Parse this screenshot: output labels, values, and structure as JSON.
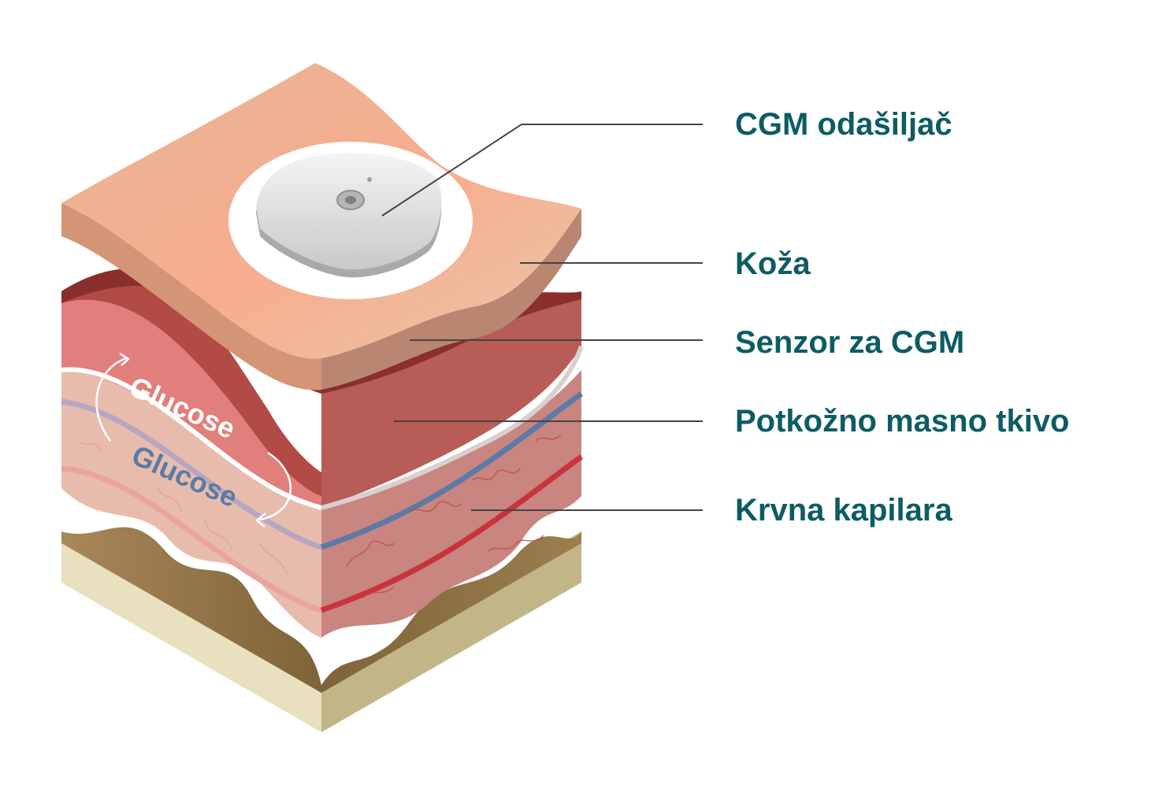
{
  "labels": {
    "transmitter": "CGM odašiljač",
    "skin": "Koža",
    "sensor": "Senzor za CGM",
    "fat": "Potkožno masno tkivo",
    "capillary": "Krvna kapilara"
  },
  "glucose": {
    "upper": "Glucose",
    "lower": "Glucose"
  },
  "colors": {
    "label_text": "#0d5c63",
    "leader_line": "#444444",
    "skin_top": "#f2b393",
    "dermis": "#c9605c",
    "fat": "#e7b8a7",
    "vein": "#5b7aa5",
    "artery": "#c8343b",
    "base": "#e8e0bf"
  }
}
